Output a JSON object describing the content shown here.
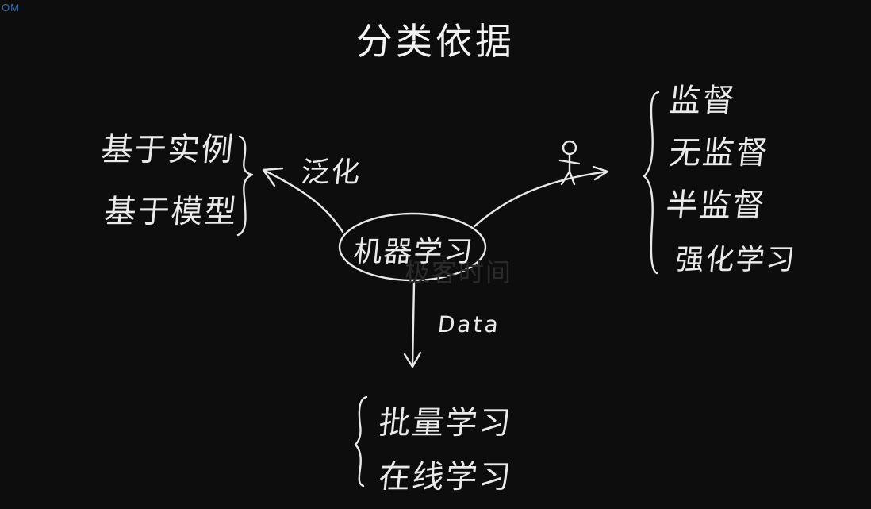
{
  "corner_text": "OM",
  "title": "分类依据",
  "center_node": "机器学习",
  "watermark": "极客时间",
  "left_branch": {
    "arrow_label": "泛化",
    "items": [
      "基于实例",
      "基于模型"
    ]
  },
  "right_branch": {
    "icon": "person-icon",
    "items": [
      "监督",
      "无监督",
      "半监督",
      "强化学习"
    ]
  },
  "bottom_branch": {
    "arrow_label": "Data",
    "items": [
      "批量学习",
      "在线学习"
    ]
  }
}
